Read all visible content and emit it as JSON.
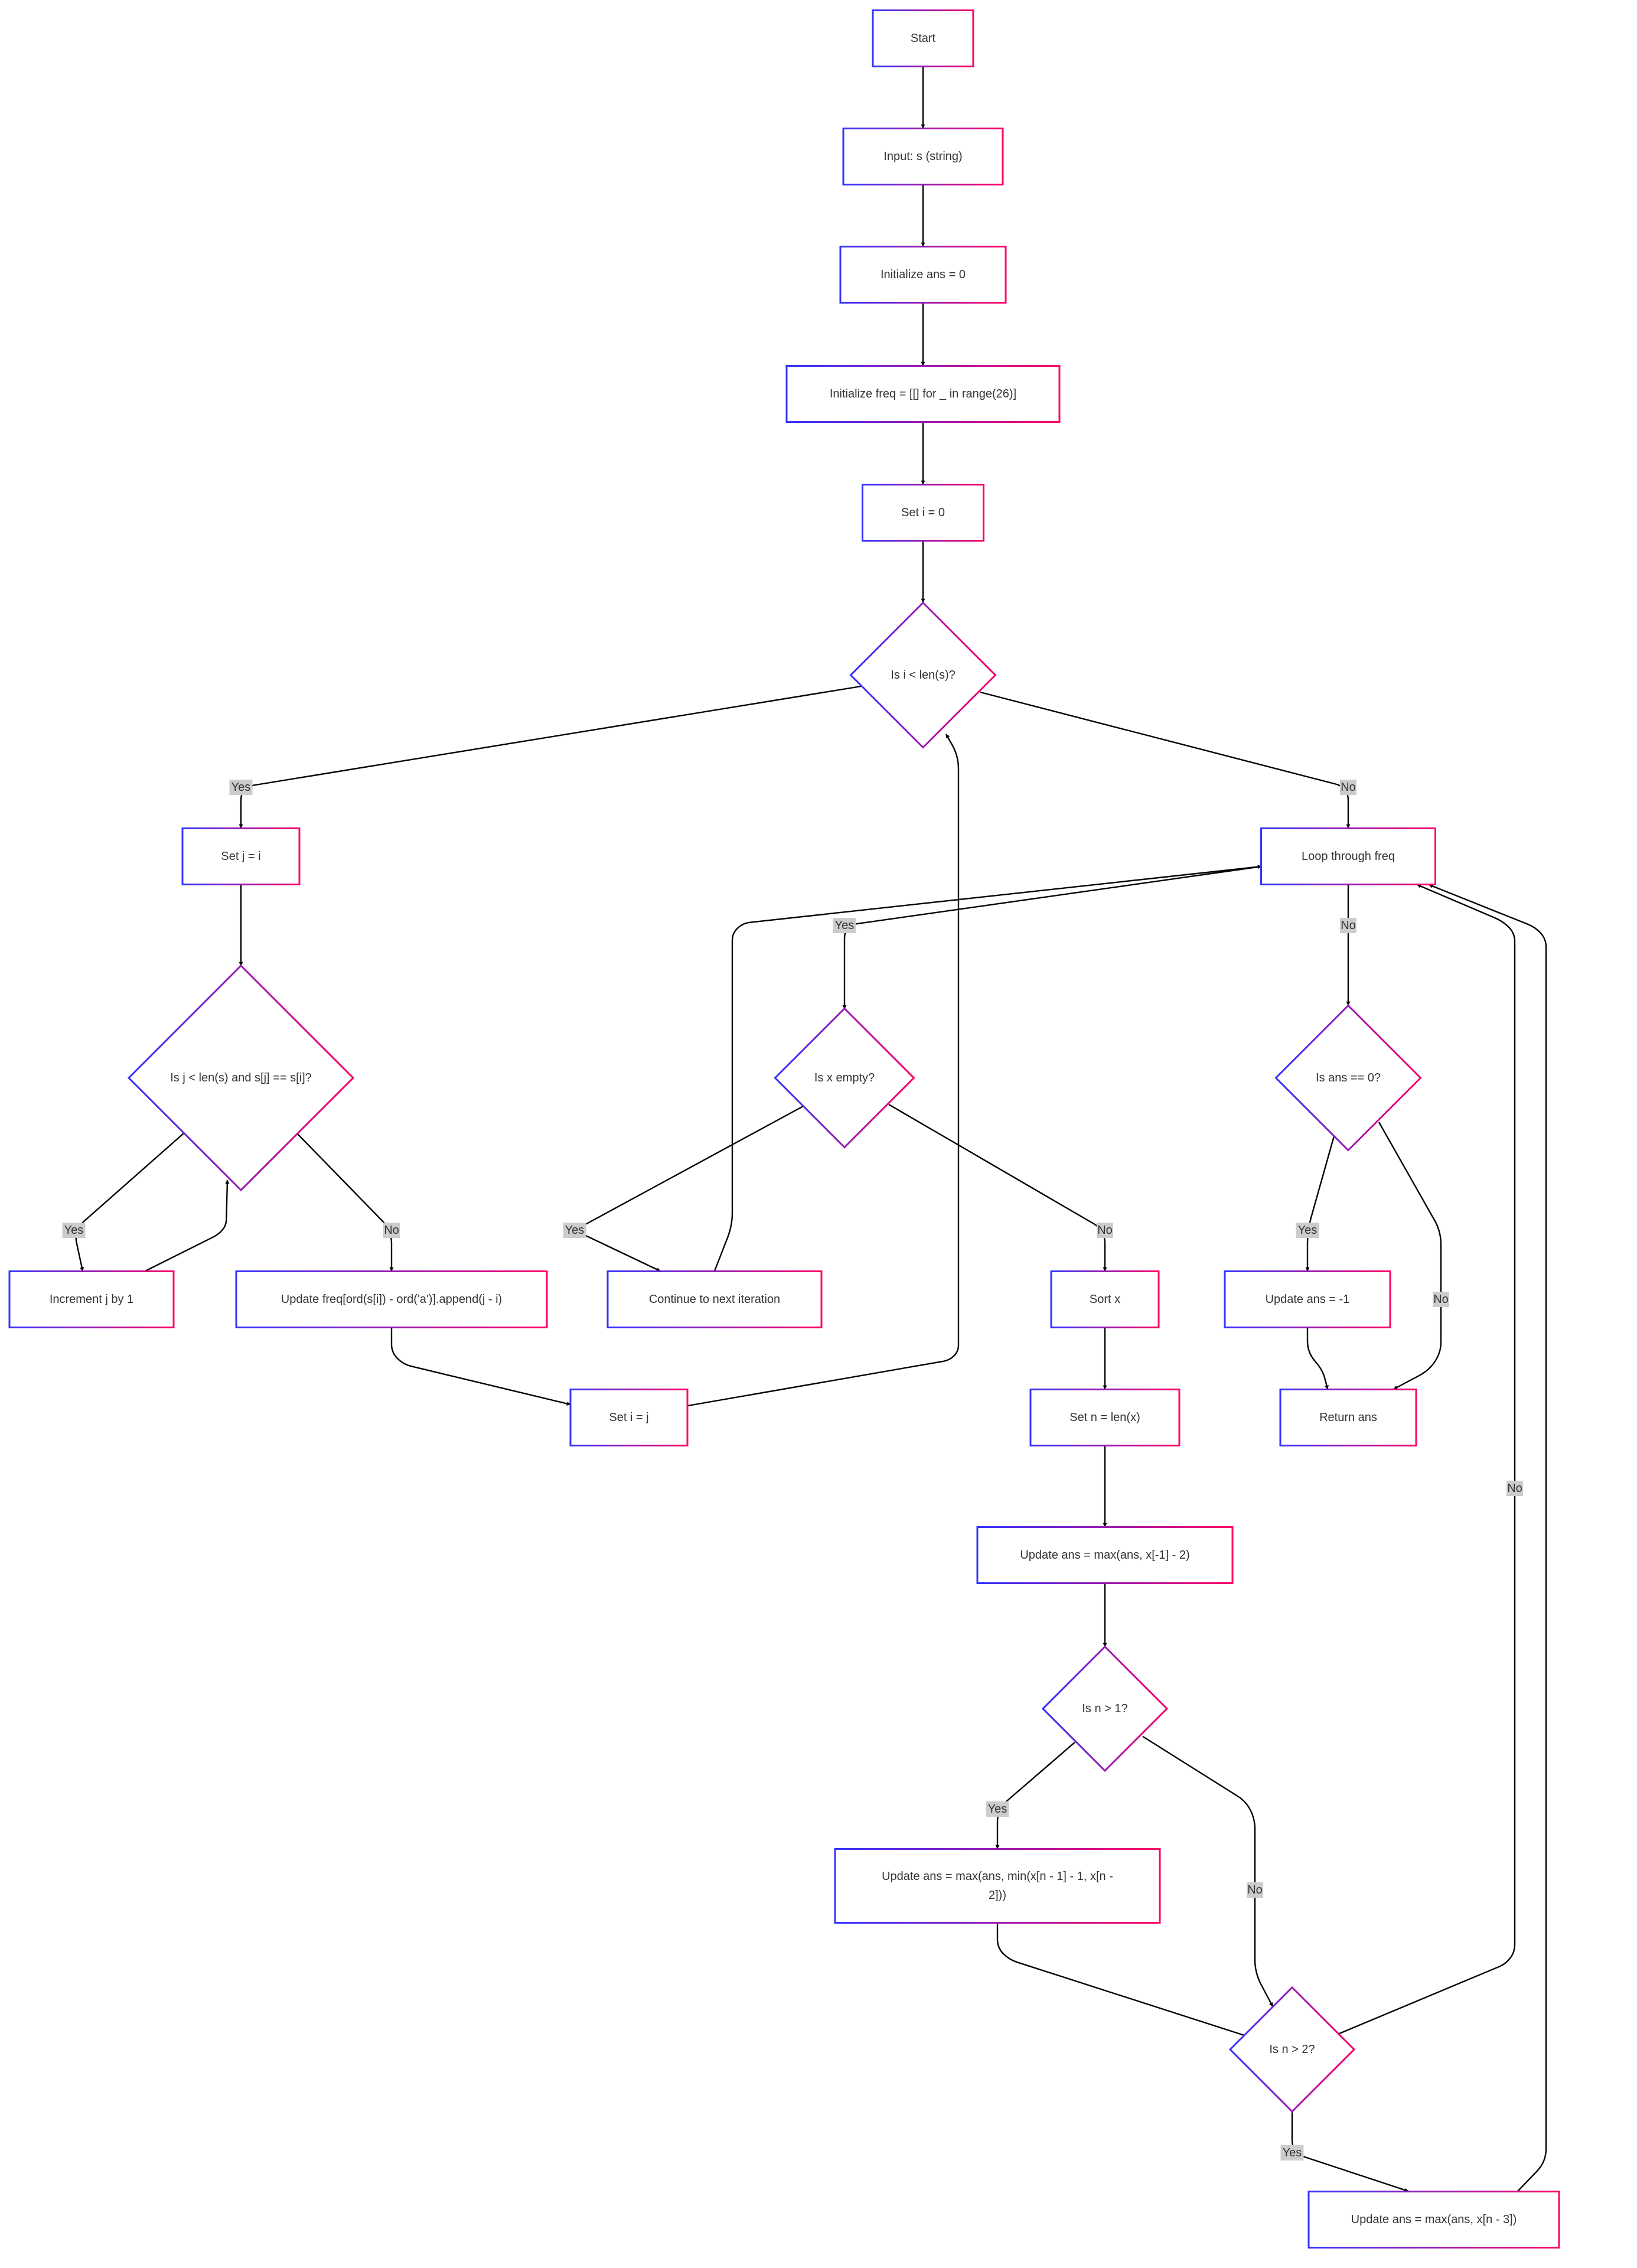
{
  "colors": {
    "border_start": "#3333ff",
    "border_end": "#ff0066",
    "edge": "#000000",
    "label_bg": "#cccccc",
    "text": "#333333"
  },
  "nodes": [
    {
      "id": "start",
      "lines": [
        "Start"
      ]
    },
    {
      "id": "input",
      "lines": [
        "Input: s (string)"
      ]
    },
    {
      "id": "init_ans",
      "lines": [
        "Initialize ans = 0"
      ]
    },
    {
      "id": "init_freq",
      "lines": [
        "Initialize freq = [[] for _ in range(26)]"
      ]
    },
    {
      "id": "set_i0",
      "lines": [
        "Set i = 0"
      ]
    },
    {
      "id": "d_i_len",
      "lines": [
        "Is i < len(s)?"
      ]
    },
    {
      "id": "set_j",
      "lines": [
        "Set j = i"
      ]
    },
    {
      "id": "d_j",
      "lines": [
        "Is j < len(s) and s[j] == s[i]?"
      ]
    },
    {
      "id": "inc_j",
      "lines": [
        "Increment j by 1"
      ]
    },
    {
      "id": "update_freq",
      "lines": [
        "Update freq[ord(s[i]) - ord('a')].append(j - i)"
      ]
    },
    {
      "id": "set_ij",
      "lines": [
        "Set i = j"
      ]
    },
    {
      "id": "loop_freq",
      "lines": [
        "Loop through freq"
      ]
    },
    {
      "id": "d_x_empty",
      "lines": [
        "Is x empty?"
      ]
    },
    {
      "id": "continue",
      "lines": [
        "Continue to next iteration"
      ]
    },
    {
      "id": "sort_x",
      "lines": [
        "Sort x"
      ]
    },
    {
      "id": "set_n",
      "lines": [
        "Set n = len(x)"
      ]
    },
    {
      "id": "upd_ans1",
      "lines": [
        "Update ans = max(ans, x[-1] - 2)"
      ]
    },
    {
      "id": "d_n1",
      "lines": [
        "Is n > 1?"
      ]
    },
    {
      "id": "upd_ans2",
      "lines": [
        "Update ans = max(ans, min(x[n - 1] - 1, x[n -",
        "2]))"
      ]
    },
    {
      "id": "d_n2",
      "lines": [
        "Is n > 2?"
      ]
    },
    {
      "id": "upd_ans3",
      "lines": [
        "Update ans = max(ans, x[n - 3])"
      ]
    },
    {
      "id": "d_ans0",
      "lines": [
        "Is ans == 0?"
      ]
    },
    {
      "id": "upd_ans_neg",
      "lines": [
        "Update ans = -1"
      ]
    },
    {
      "id": "return_ans",
      "lines": [
        "Return ans"
      ]
    }
  ],
  "edges": [
    {
      "from": "start",
      "to": "input",
      "label": ""
    },
    {
      "from": "input",
      "to": "init_ans",
      "label": ""
    },
    {
      "from": "init_ans",
      "to": "init_freq",
      "label": ""
    },
    {
      "from": "init_freq",
      "to": "set_i0",
      "label": ""
    },
    {
      "from": "set_i0",
      "to": "d_i_len",
      "label": ""
    },
    {
      "from": "d_i_len",
      "to": "set_j",
      "label": "Yes"
    },
    {
      "from": "d_i_len",
      "to": "loop_freq",
      "label": "No"
    },
    {
      "from": "set_j",
      "to": "d_j",
      "label": ""
    },
    {
      "from": "d_j",
      "to": "inc_j",
      "label": "Yes"
    },
    {
      "from": "inc_j",
      "to": "d_j",
      "label": ""
    },
    {
      "from": "d_j",
      "to": "update_freq",
      "label": "No"
    },
    {
      "from": "update_freq",
      "to": "set_ij",
      "label": ""
    },
    {
      "from": "set_ij",
      "to": "d_i_len",
      "label": ""
    },
    {
      "from": "loop_freq",
      "to": "d_x_empty",
      "label": "Yes"
    },
    {
      "from": "loop_freq",
      "to": "d_ans0",
      "label": "No"
    },
    {
      "from": "d_x_empty",
      "to": "continue",
      "label": "Yes"
    },
    {
      "from": "continue",
      "to": "loop_freq",
      "label": ""
    },
    {
      "from": "d_x_empty",
      "to": "sort_x",
      "label": "No"
    },
    {
      "from": "sort_x",
      "to": "set_n",
      "label": ""
    },
    {
      "from": "set_n",
      "to": "upd_ans1",
      "label": ""
    },
    {
      "from": "upd_ans1",
      "to": "d_n1",
      "label": ""
    },
    {
      "from": "d_n1",
      "to": "upd_ans2",
      "label": "Yes"
    },
    {
      "from": "d_n1",
      "to": "d_n2",
      "label": "No"
    },
    {
      "from": "upd_ans2",
      "to": "d_n2",
      "label": ""
    },
    {
      "from": "d_n2",
      "to": "upd_ans3",
      "label": "Yes"
    },
    {
      "from": "d_n2",
      "to": "loop_freq",
      "label": "No"
    },
    {
      "from": "upd_ans3",
      "to": "loop_freq",
      "label": ""
    },
    {
      "from": "d_ans0",
      "to": "upd_ans_neg",
      "label": "Yes"
    },
    {
      "from": "d_ans0",
      "to": "return_ans",
      "label": "No"
    },
    {
      "from": "upd_ans_neg",
      "to": "return_ans",
      "label": ""
    }
  ]
}
